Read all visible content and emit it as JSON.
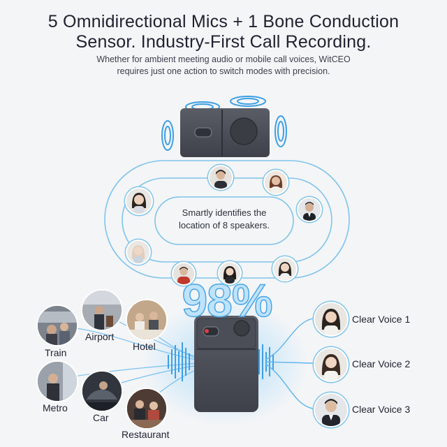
{
  "headline": {
    "line1": "5 Omnidirectional Mics + 1 Bone Conduction",
    "line2": "Sensor. Industry-First Call Recording."
  },
  "subheadline": {
    "line1": "Whether for ambient meeting audio or mobile call voices, WitCEO",
    "line2": "requires just one action to switch modes with precision."
  },
  "center_text": {
    "line1": "Smartly identifies the",
    "line2": "location of 8 speakers."
  },
  "percentage": "98%",
  "scenes": [
    {
      "label": "Train",
      "icon": "train-scene"
    },
    {
      "label": "Airport",
      "icon": "airport-scene"
    },
    {
      "label": "Hotel",
      "icon": "hotel-scene"
    },
    {
      "label": "Metro",
      "icon": "metro-scene"
    },
    {
      "label": "Car",
      "icon": "car-scene"
    },
    {
      "label": "Restaurant",
      "icon": "restaurant-scene"
    }
  ],
  "clear_voices": [
    {
      "label": "Clear Voice 1"
    },
    {
      "label": "Clear Voice 2"
    },
    {
      "label": "Clear Voice 3"
    }
  ],
  "colors": {
    "accent": "#3d9fe3",
    "ring": "#7fc4ea",
    "device": "#4a4d55",
    "background": "#f4f5f7"
  }
}
